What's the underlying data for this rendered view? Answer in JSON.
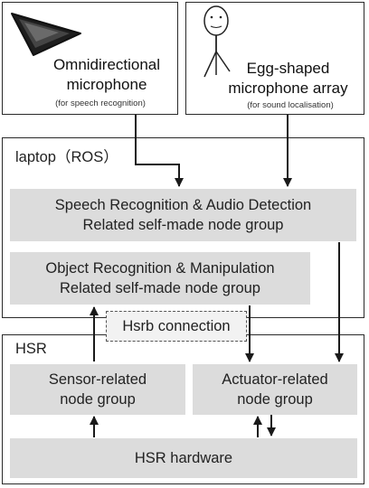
{
  "mic_omni": {
    "title_line1": "Omnidirectional",
    "title_line2": "microphone",
    "subtitle": "(for speech recognition)"
  },
  "mic_egg": {
    "title_line1": "Egg-shaped",
    "title_line2": "microphone array",
    "subtitle": "(for sound localisation)"
  },
  "laptop": {
    "label": "laptop（ROS）",
    "speech_node": {
      "line1": "Speech Recognition & Audio Detection",
      "line2": "Related self-made node group"
    },
    "object_node": {
      "line1": "Object Recognition & Manipulation",
      "line2": "Related self-made node group"
    }
  },
  "connection": {
    "label": "Hsrb connection"
  },
  "hsr": {
    "label": "HSR",
    "sensor_node": {
      "line1": "Sensor-related",
      "line2": "node group"
    },
    "actuator_node": {
      "line1": "Actuator-related",
      "line2": "node group"
    },
    "hardware": {
      "label": "HSR hardware"
    }
  }
}
